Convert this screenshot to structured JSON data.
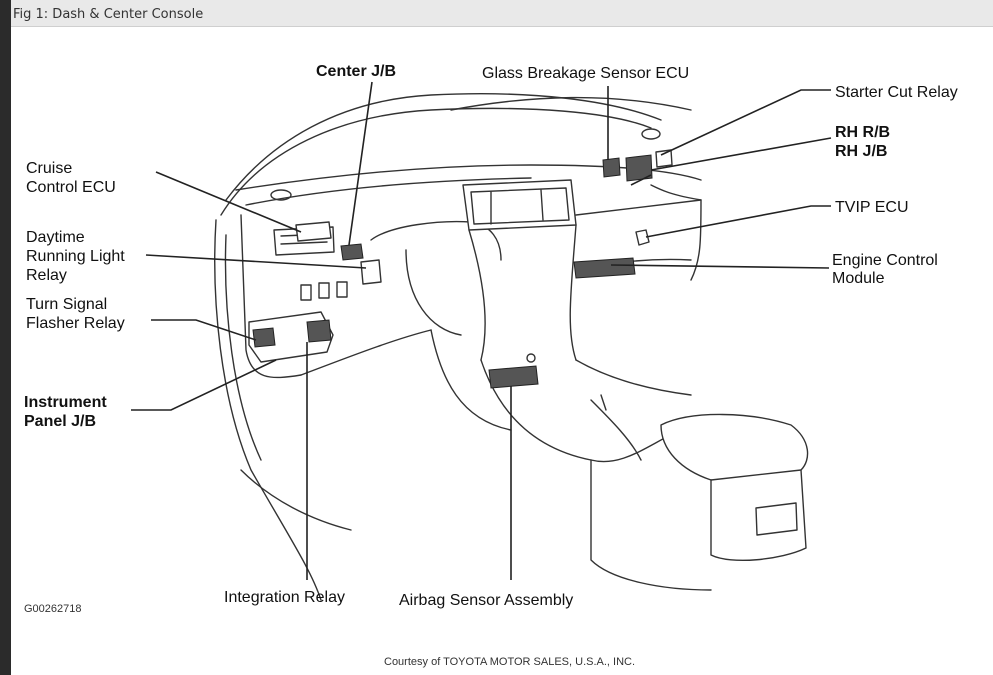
{
  "figure_title": "Fig 1: Dash & Center Console",
  "labels": {
    "center_jb": "Center J/B",
    "glass_breakage": "Glass Breakage Sensor ECU",
    "starter_cut": "Starter Cut Relay",
    "rh_rb": "RH R/B",
    "rh_jb": "RH J/B",
    "tvip": "TVIP ECU",
    "ecm_line1": "Engine Control",
    "ecm_line2": "Module",
    "cruise_line1": "Cruise",
    "cruise_line2": "Control ECU",
    "drl_line1": "Daytime",
    "drl_line2": "Running Light",
    "drl_line3": "Relay",
    "turn_line1": "Turn Signal",
    "turn_line2": "Flasher Relay",
    "ipjb_line1": "Instrument",
    "ipjb_line2": "Panel J/B",
    "integration": "Integration Relay",
    "airbag": "Airbag Sensor Assembly"
  },
  "figure_code": "G00262718",
  "courtesy": "Courtesy of TOYOTA MOTOR SALES, U.S.A., INC."
}
